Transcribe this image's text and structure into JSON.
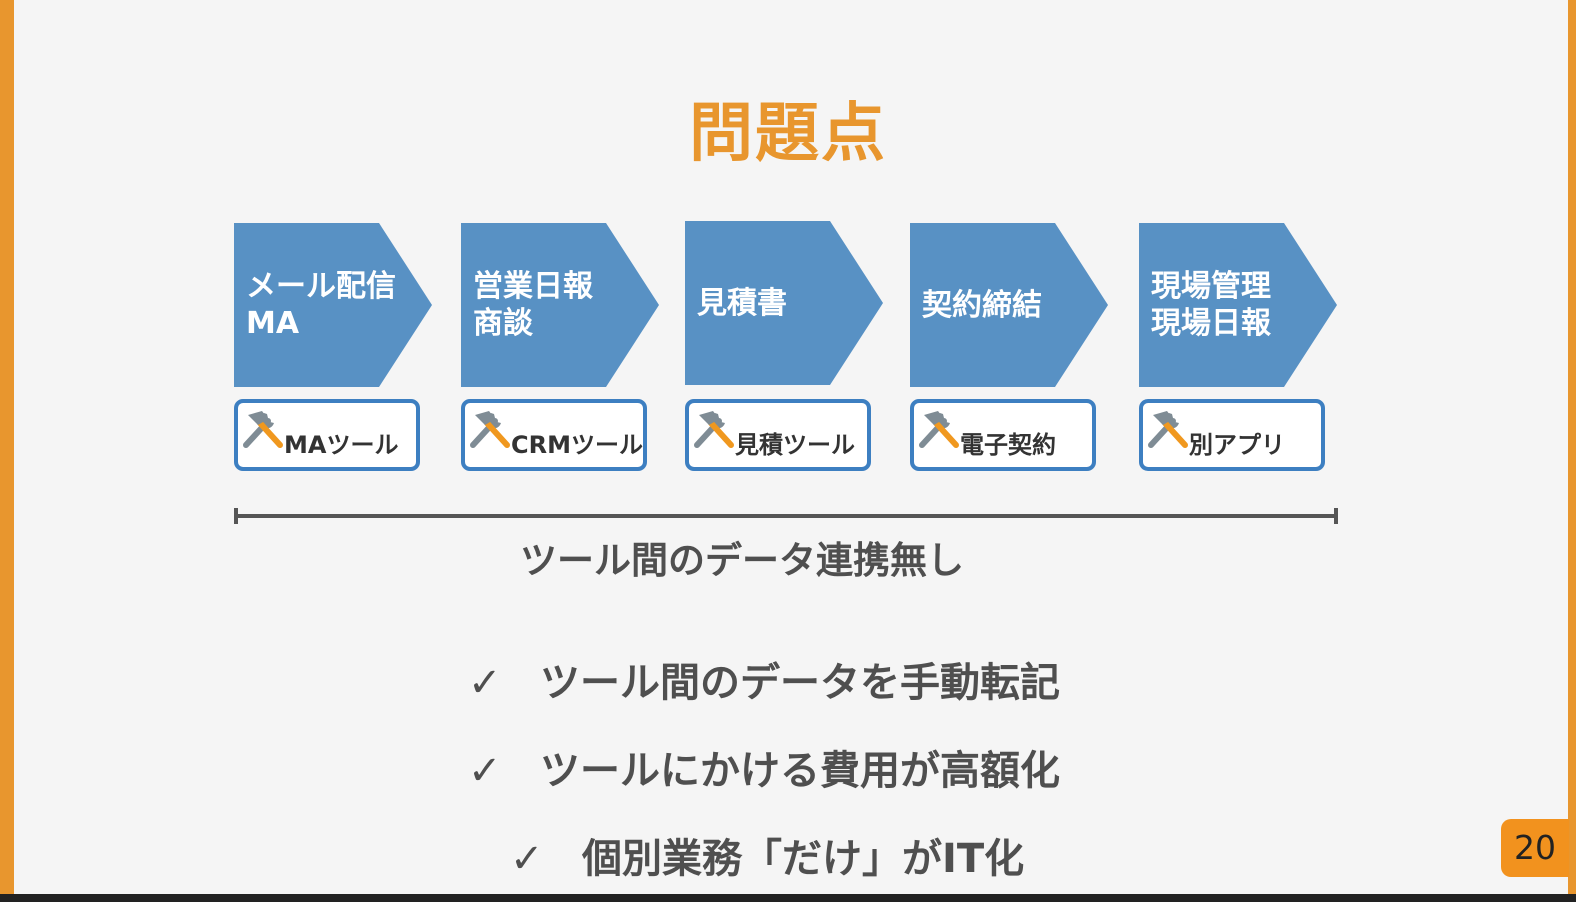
{
  "slide": {
    "title": "問題点",
    "page_number": "20"
  },
  "flow": {
    "steps": [
      {
        "lines": [
          "メール配信",
          "MA"
        ],
        "tool": "MAツール"
      },
      {
        "lines": [
          "営業日報",
          "商談"
        ],
        "tool": "CRMツール"
      },
      {
        "lines": [
          "見積書"
        ],
        "tool": "見積ツール"
      },
      {
        "lines": [
          "契約締結"
        ],
        "tool": "電子契約"
      },
      {
        "lines": [
          "現場管理",
          "現場日報"
        ],
        "tool": "別アプリ"
      }
    ],
    "tool_icon": "hammer-wrench-icon",
    "no_link_caption": "ツール間のデータ連携無し"
  },
  "problems": {
    "check_glyph": "✓",
    "items": [
      "ツール間のデータを手動転記",
      "ツールにかける費用が高額化",
      "個別業務「だけ」がIT化"
    ]
  },
  "colors": {
    "accent_orange": "#e8962e",
    "arrow_blue": "#5891c4",
    "tool_border_blue": "#3d7fc1",
    "text_gray": "#4f4f4f"
  }
}
